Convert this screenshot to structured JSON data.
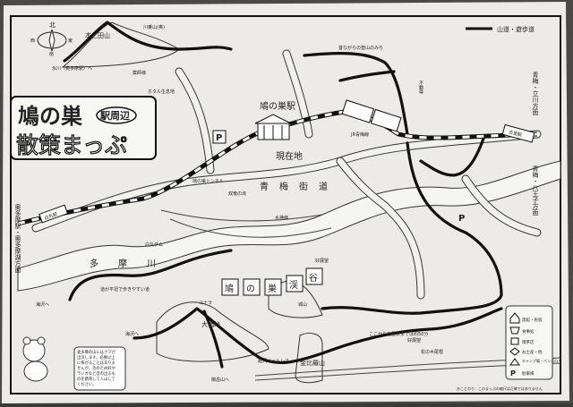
{
  "map": {
    "title_main": "鳩の巣",
    "title_badge": "駅周辺",
    "title_sub": "散策まっぷ",
    "legend_top": "山道・遊歩道",
    "compass": {
      "north": "北",
      "south": "南",
      "east": "東",
      "west": "西"
    },
    "places": {
      "honnitayama": "本仁田山",
      "kawanoriyama": "川乗山(奥)",
      "to_hikawa": "氷川（奥多摩駅）へ",
      "yakushi": "薬師様",
      "hotaru": "ホタル生息地",
      "station": "鳩の巣駅",
      "current": "現在地",
      "jr_line": "JR青梅線",
      "ome_kaido": "青梅街道",
      "mountain_path": "昔ながらの登山のみち",
      "souryu": "双竜の滝",
      "suijin": "水神様",
      "tunnel": "鳩の巣トンネル",
      "shiromaru_dam": "白丸ダム",
      "tamagawa": "多摩川",
      "flat_path": "道が平坦で歩きやすい道",
      "okutama_dir": "奥多摩駅・奥多摩湖方面",
      "shiromaru_station": "白丸駅",
      "kori_station": "古里駅",
      "ome_tachikawa": "青梅・立川方面",
      "ome_hachioji": "青梅・八王子方面",
      "view1": "好展望",
      "view2": "好展望",
      "shiroyama": "城山",
      "konpira": "金比羅山",
      "koshizawa": "越沢バットレス",
      "onara": "大楢峠",
      "konara": "コナラ",
      "to_mitake": "御岳山へ",
      "to_umizawa1": "海沢へ",
      "to_umizawa2": "海沢へ",
      "to_kori": "ここから古里駅までは約50分",
      "matsunoki": "松の木尾根",
      "fudo": "不動尊",
      "gorge": [
        "鳩",
        "の",
        "巣",
        "渓",
        "谷"
      ]
    },
    "bear_notice": [
      "奥多摩の山にはクマが",
      "出没します。必要以上",
      "に怖がることはありま",
      "せんが、念のため鈴や",
      "ラジオなど音の出るも",
      "のを携帯して入山して",
      "ください。"
    ],
    "legend": [
      {
        "icon": "inn-icon",
        "label": "旅館・民宿"
      },
      {
        "icon": "restaurant-icon",
        "label": "食事処"
      },
      {
        "icon": "cafe-icon",
        "label": "喫茶店"
      },
      {
        "icon": "souvenir-icon",
        "label": "お土産・他"
      },
      {
        "icon": "camp-icon",
        "label": "キャンプ場・バンガロー"
      },
      {
        "icon": "parking-icon",
        "symbol": "P",
        "label": "駐車場"
      }
    ],
    "parking_symbol": "P",
    "disclaimer": "おことわり：このまっぷの縮尺は正確ではありません"
  }
}
